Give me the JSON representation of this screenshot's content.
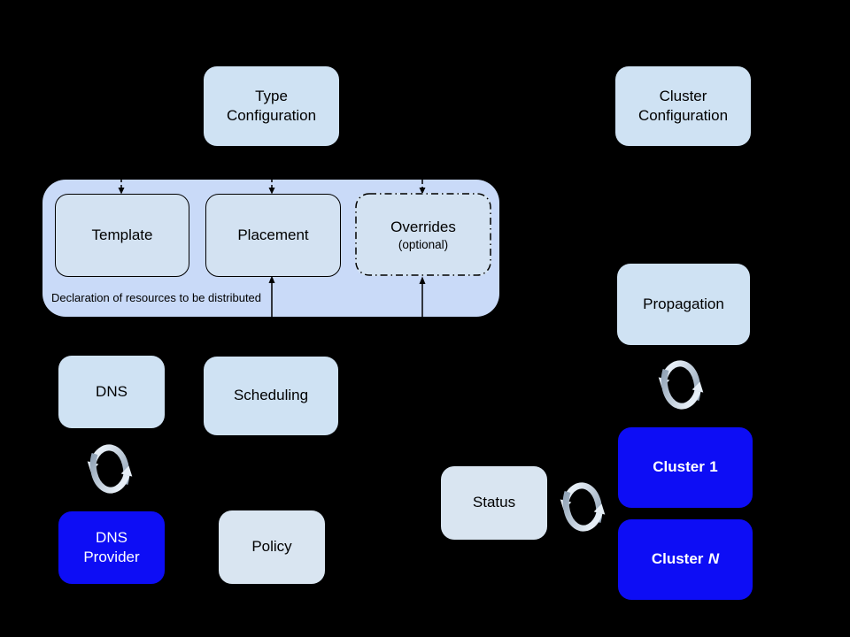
{
  "nodes": {
    "type_config": {
      "label": "Type Configuration"
    },
    "cluster_config": {
      "label": "Cluster Configuration"
    },
    "resource_group": {
      "caption": "Declaration of resources to be distributed",
      "template": {
        "label": "Template"
      },
      "placement": {
        "label": "Placement"
      },
      "overrides": {
        "label": "Overrides",
        "sublabel": "(optional)"
      }
    },
    "dns": {
      "label": "DNS"
    },
    "scheduling": {
      "label": "Scheduling"
    },
    "dns_provider": {
      "label": "DNS Provider"
    },
    "policy": {
      "label": "Policy"
    },
    "propagation": {
      "label": "Propagation"
    },
    "status": {
      "label": "Status"
    },
    "cluster_1": {
      "prefix": "Cluster",
      "suffix": "1"
    },
    "cluster_n": {
      "prefix": "Cluster",
      "suffix": "N"
    }
  },
  "icons": {
    "sync": "circular-sync-arrows"
  },
  "colors": {
    "background": "#000000",
    "box_light_blue": "#cfe2f3",
    "box_inner_blue": "#d3e2f2",
    "box_pale_blue": "#d9e5f1",
    "group_fill": "#c9daf8",
    "box_bright_blue": "#0d0df5",
    "text_dark": "#000000",
    "text_light": "#ffffff",
    "connector": "#000000",
    "sync_arrow_light": "#e6eef6",
    "sync_arrow_dark": "#93a5b8"
  }
}
